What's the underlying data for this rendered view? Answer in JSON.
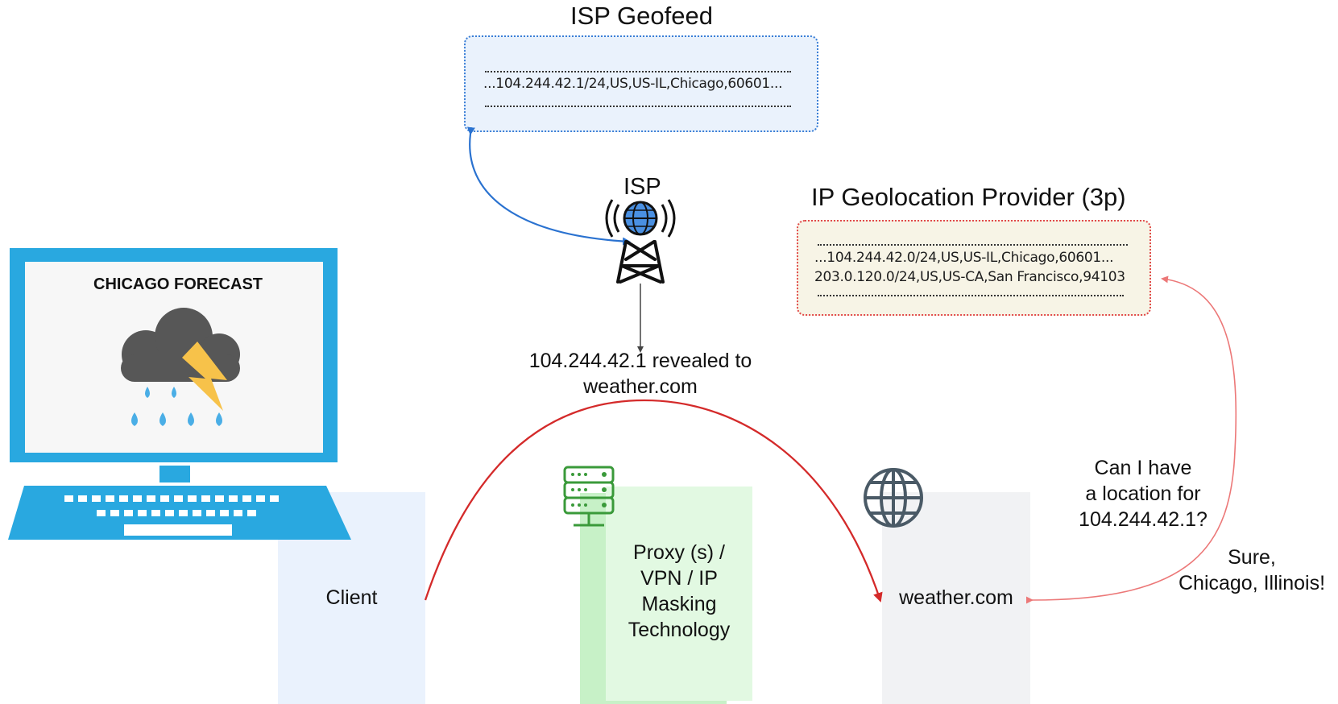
{
  "isp_geofeed": {
    "title": "ISP Geofeed",
    "record": "...104.244.42.1/24,US,US-IL,Chicago,60601..."
  },
  "isp": {
    "label": "ISP",
    "icon": "cell-tower-globe-icon"
  },
  "geolocation_provider": {
    "title": "IP Geolocation Provider (3p)",
    "records": [
      "...104.244.42.0/24,US,US-IL,Chicago,60601...",
      "203.0.120.0/24,US,US-CA,San Francisco,94103"
    ]
  },
  "laptop": {
    "screen_title": "CHICAGO FORECAST",
    "icon": "storm-cloud-icon"
  },
  "reveal_note": {
    "line1": "104.244.42.1 revealed to",
    "line2": "weather.com"
  },
  "client": {
    "label": "Client"
  },
  "proxy": {
    "line1": "Proxy (s) /",
    "line2": "VPN / IP",
    "line3": "Masking",
    "line4": "Technology",
    "icon": "server-icon"
  },
  "weather": {
    "label": "weather.com",
    "icon": "globe-icon"
  },
  "query": {
    "line1": "Can I have",
    "line2": "a location for",
    "line3": "104.244.42.1?"
  },
  "answer": {
    "line1": "Sure,",
    "line2": "Chicago, Illinois!"
  },
  "colors": {
    "isp_box": "#3b7fd6",
    "geo_box": "#e24a4a",
    "laptop": "#29a8e0",
    "proxy_green": "#3bb54a",
    "red_arrow": "#d42a2a",
    "blue_arrow": "#2a72d0"
  }
}
